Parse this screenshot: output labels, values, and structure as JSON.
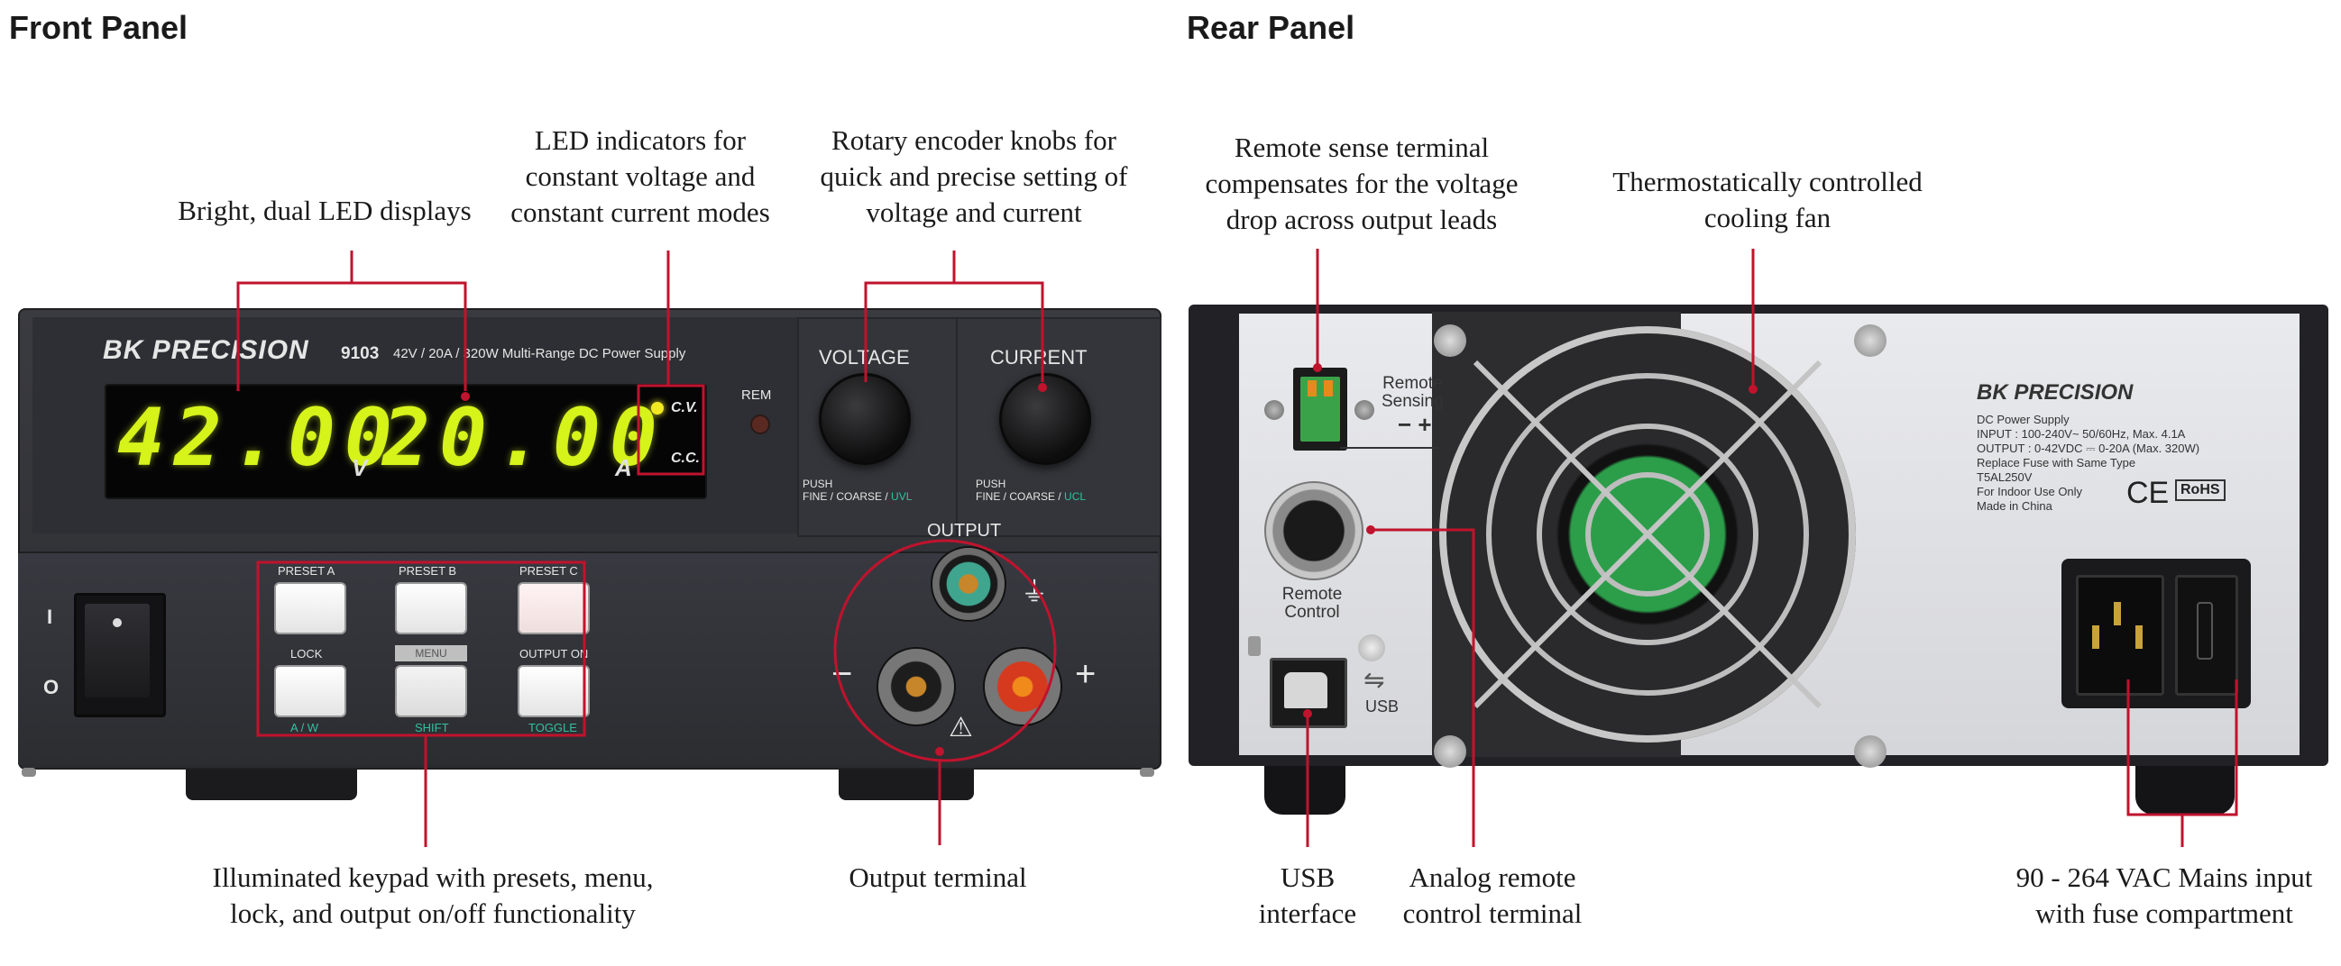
{
  "front": {
    "heading": "Front Panel",
    "brand": "BK PRECISION",
    "model": "9103",
    "spec": "42V / 20A / 320W  Multi-Range DC Power Supply",
    "display_voltage": "42.00",
    "voltage_unit": "V",
    "display_current": "20.00",
    "current_unit": "A",
    "cv_label": "C.V.",
    "cc_label": "C.C.",
    "rem_label": "REM",
    "voltage_knob_label": "VOLTAGE",
    "current_knob_label": "CURRENT",
    "knob_push_label": "PUSH",
    "knob_fine_coarse": "FINE / COARSE /",
    "uvl": "UVL",
    "ucl": "UCL",
    "output_label": "OUTPUT",
    "power_on": "I",
    "power_off": "O",
    "keys": {
      "preset_a": "PRESET A",
      "preset_b": "PRESET B",
      "preset_c": "PRESET C",
      "lock": "LOCK",
      "menu": "MENU",
      "output_on": "OUTPUT ON",
      "aw": "A / W",
      "shift": "SHIFT",
      "toggle": "TOGGLE"
    },
    "minus": "−",
    "plus": "+",
    "callouts": {
      "displays": "Bright, dual LED displays",
      "led_line1": "LED indicators for",
      "led_line2": "constant voltage and",
      "led_line3": "constant current modes",
      "knob_line1": "Rotary encoder knobs for",
      "knob_line2": "quick and precise setting of",
      "knob_line3": "voltage and current",
      "keypad_line1": "Illuminated keypad with presets, menu,",
      "keypad_line2": "lock, and output on/off functionality",
      "output": "Output terminal"
    }
  },
  "rear": {
    "heading": "Rear Panel",
    "brand": "BK PRECISION",
    "label_lines": [
      "DC Power Supply",
      "INPUT : 100-240V~   50/60Hz, Max. 4.1A",
      "OUTPUT : 0-42VDC ⎓ 0-20A (Max. 320W)",
      "Replace Fuse with Same Type",
      "T5AL250V",
      "For Indoor Use Only",
      "Made in China"
    ],
    "ce": "CE",
    "rohs": "RoHS",
    "remote_sensing_line1": "Remote",
    "remote_sensing_line2": "Sensing",
    "sense_polarity": "− +",
    "remote_control_line1": "Remote",
    "remote_control_line2": "Control",
    "usb_label": "USB",
    "callouts": {
      "sense_line1": "Remote sense terminal",
      "sense_line2": "compensates for the voltage",
      "sense_line3": "drop across output leads",
      "fan_line1": "Thermostatically controlled",
      "fan_line2": "cooling fan",
      "usb_line1": "USB",
      "usb_line2": "interface",
      "analog_line1": "Analog remote",
      "analog_line2": "control terminal",
      "mains_line1": "90 - 264 VAC Mains input",
      "mains_line2": "with fuse compartment"
    }
  },
  "colors": {
    "callout_red": "#c0132d",
    "chassis": "#2f3035",
    "rear_plate": "#e2e3e6",
    "led_green": "#d6f31a"
  }
}
